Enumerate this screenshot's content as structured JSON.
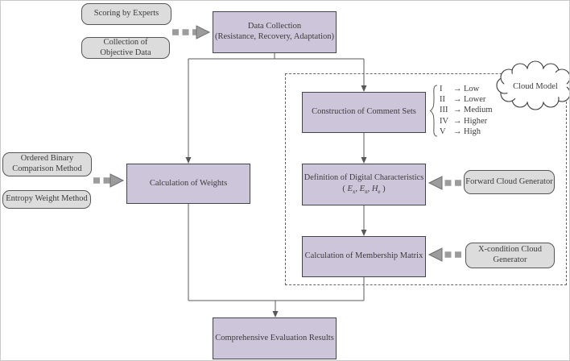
{
  "colors": {
    "box_purple": "#cdc6db",
    "box_gray": "#dcdcdc",
    "purple_border": "#44444c",
    "gray_border": "#55555a",
    "line_color": "#58585a",
    "arrow_fill": "#9c9c9c",
    "arrow_edge": "#6e6e6e",
    "dash_color": "#666666"
  },
  "nodes": {
    "scoring_by_experts": "Scoring by Experts",
    "collection_objective": "Collection of Objective Data",
    "data_collection_line1": "Data Collection",
    "data_collection_line2": "(Resistance, Recovery, Adaptation)",
    "ordered_binary": "Ordered Binary Comparison Method",
    "entropy_weight": "Entropy Weight Method",
    "calculation_weights": "Calculation of Weights",
    "construction_comment_sets": "Construction of Comment Sets",
    "definition_digital": "Definition of Digital Characteristics",
    "forward_cloud_generator": "Forward Cloud Generator",
    "calculation_membership": "Calculation of Membership Matrix",
    "x_condition_generator": "X-condition Cloud Generator",
    "comprehensive_results": "Comprehensive Evaluation Results",
    "cloud_model": "Cloud Model"
  },
  "math": {
    "open": "(",
    "E": "E",
    "sub_x": "x",
    "comma": ",",
    "sub_n": "n",
    "H": "H",
    "sub_e": "e",
    "close": ")"
  },
  "glyphs": {
    "arrow": "→"
  },
  "legend": [
    {
      "numeral": "I",
      "label": "Low"
    },
    {
      "numeral": "II",
      "label": "Lower"
    },
    {
      "numeral": "III",
      "label": "Medium"
    },
    {
      "numeral": "IV",
      "label": "Higher"
    },
    {
      "numeral": "V",
      "label": "High"
    }
  ]
}
